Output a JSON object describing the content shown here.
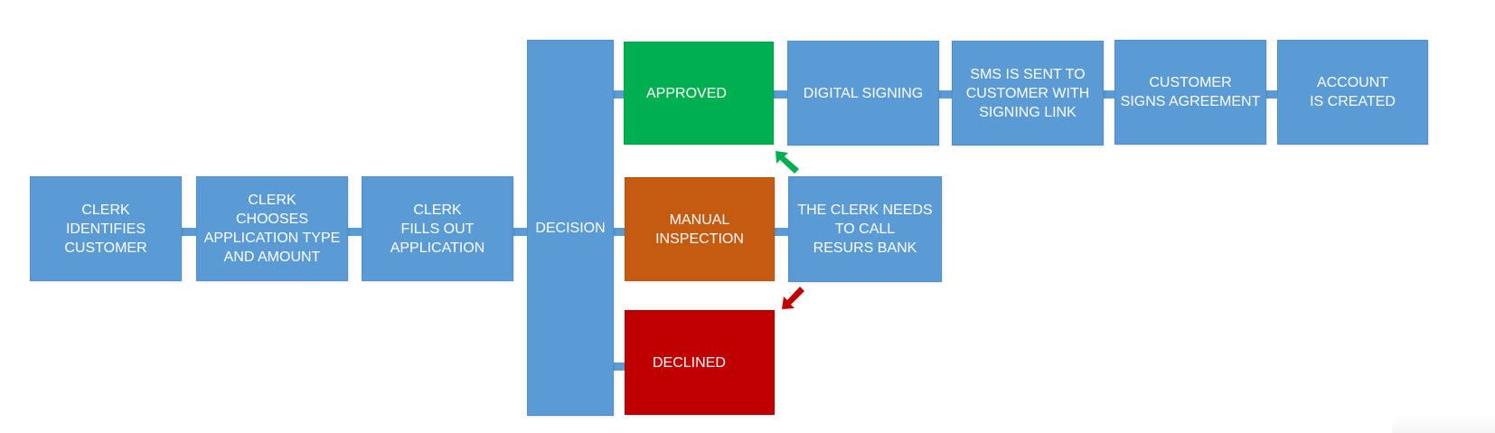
{
  "colors": {
    "process": "#5b9bd5",
    "approved": "#00b050",
    "manual": "#c55a11",
    "declined": "#c00000",
    "connector": "#5b9bd5",
    "arrow_up": "#00b050",
    "arrow_down": "#c00000"
  },
  "nodes": {
    "identify": "CLERK\nIDENTIFIES\nCUSTOMER",
    "choose": "CLERK\nCHOOSES\nAPPLICATION TYPE\nAND AMOUNT",
    "fill": "CLERK\nFILLS OUT\nAPPLICATION",
    "decision": "DECISION",
    "approved": "APPROVED",
    "manual": "MANUAL\nINSPECTION",
    "declined": "DECLINED",
    "digital": "DIGITAL SIGNING",
    "sms": "SMS IS SENT TO\nCUSTOMER WITH\nSIGNING LINK",
    "signs": "CUSTOMER\nSIGNS AGREEMENT",
    "account": "ACCOUNT\nIS CREATED",
    "call": "THE CLERK NEEDS\nTO CALL\nRESURS BANK"
  }
}
